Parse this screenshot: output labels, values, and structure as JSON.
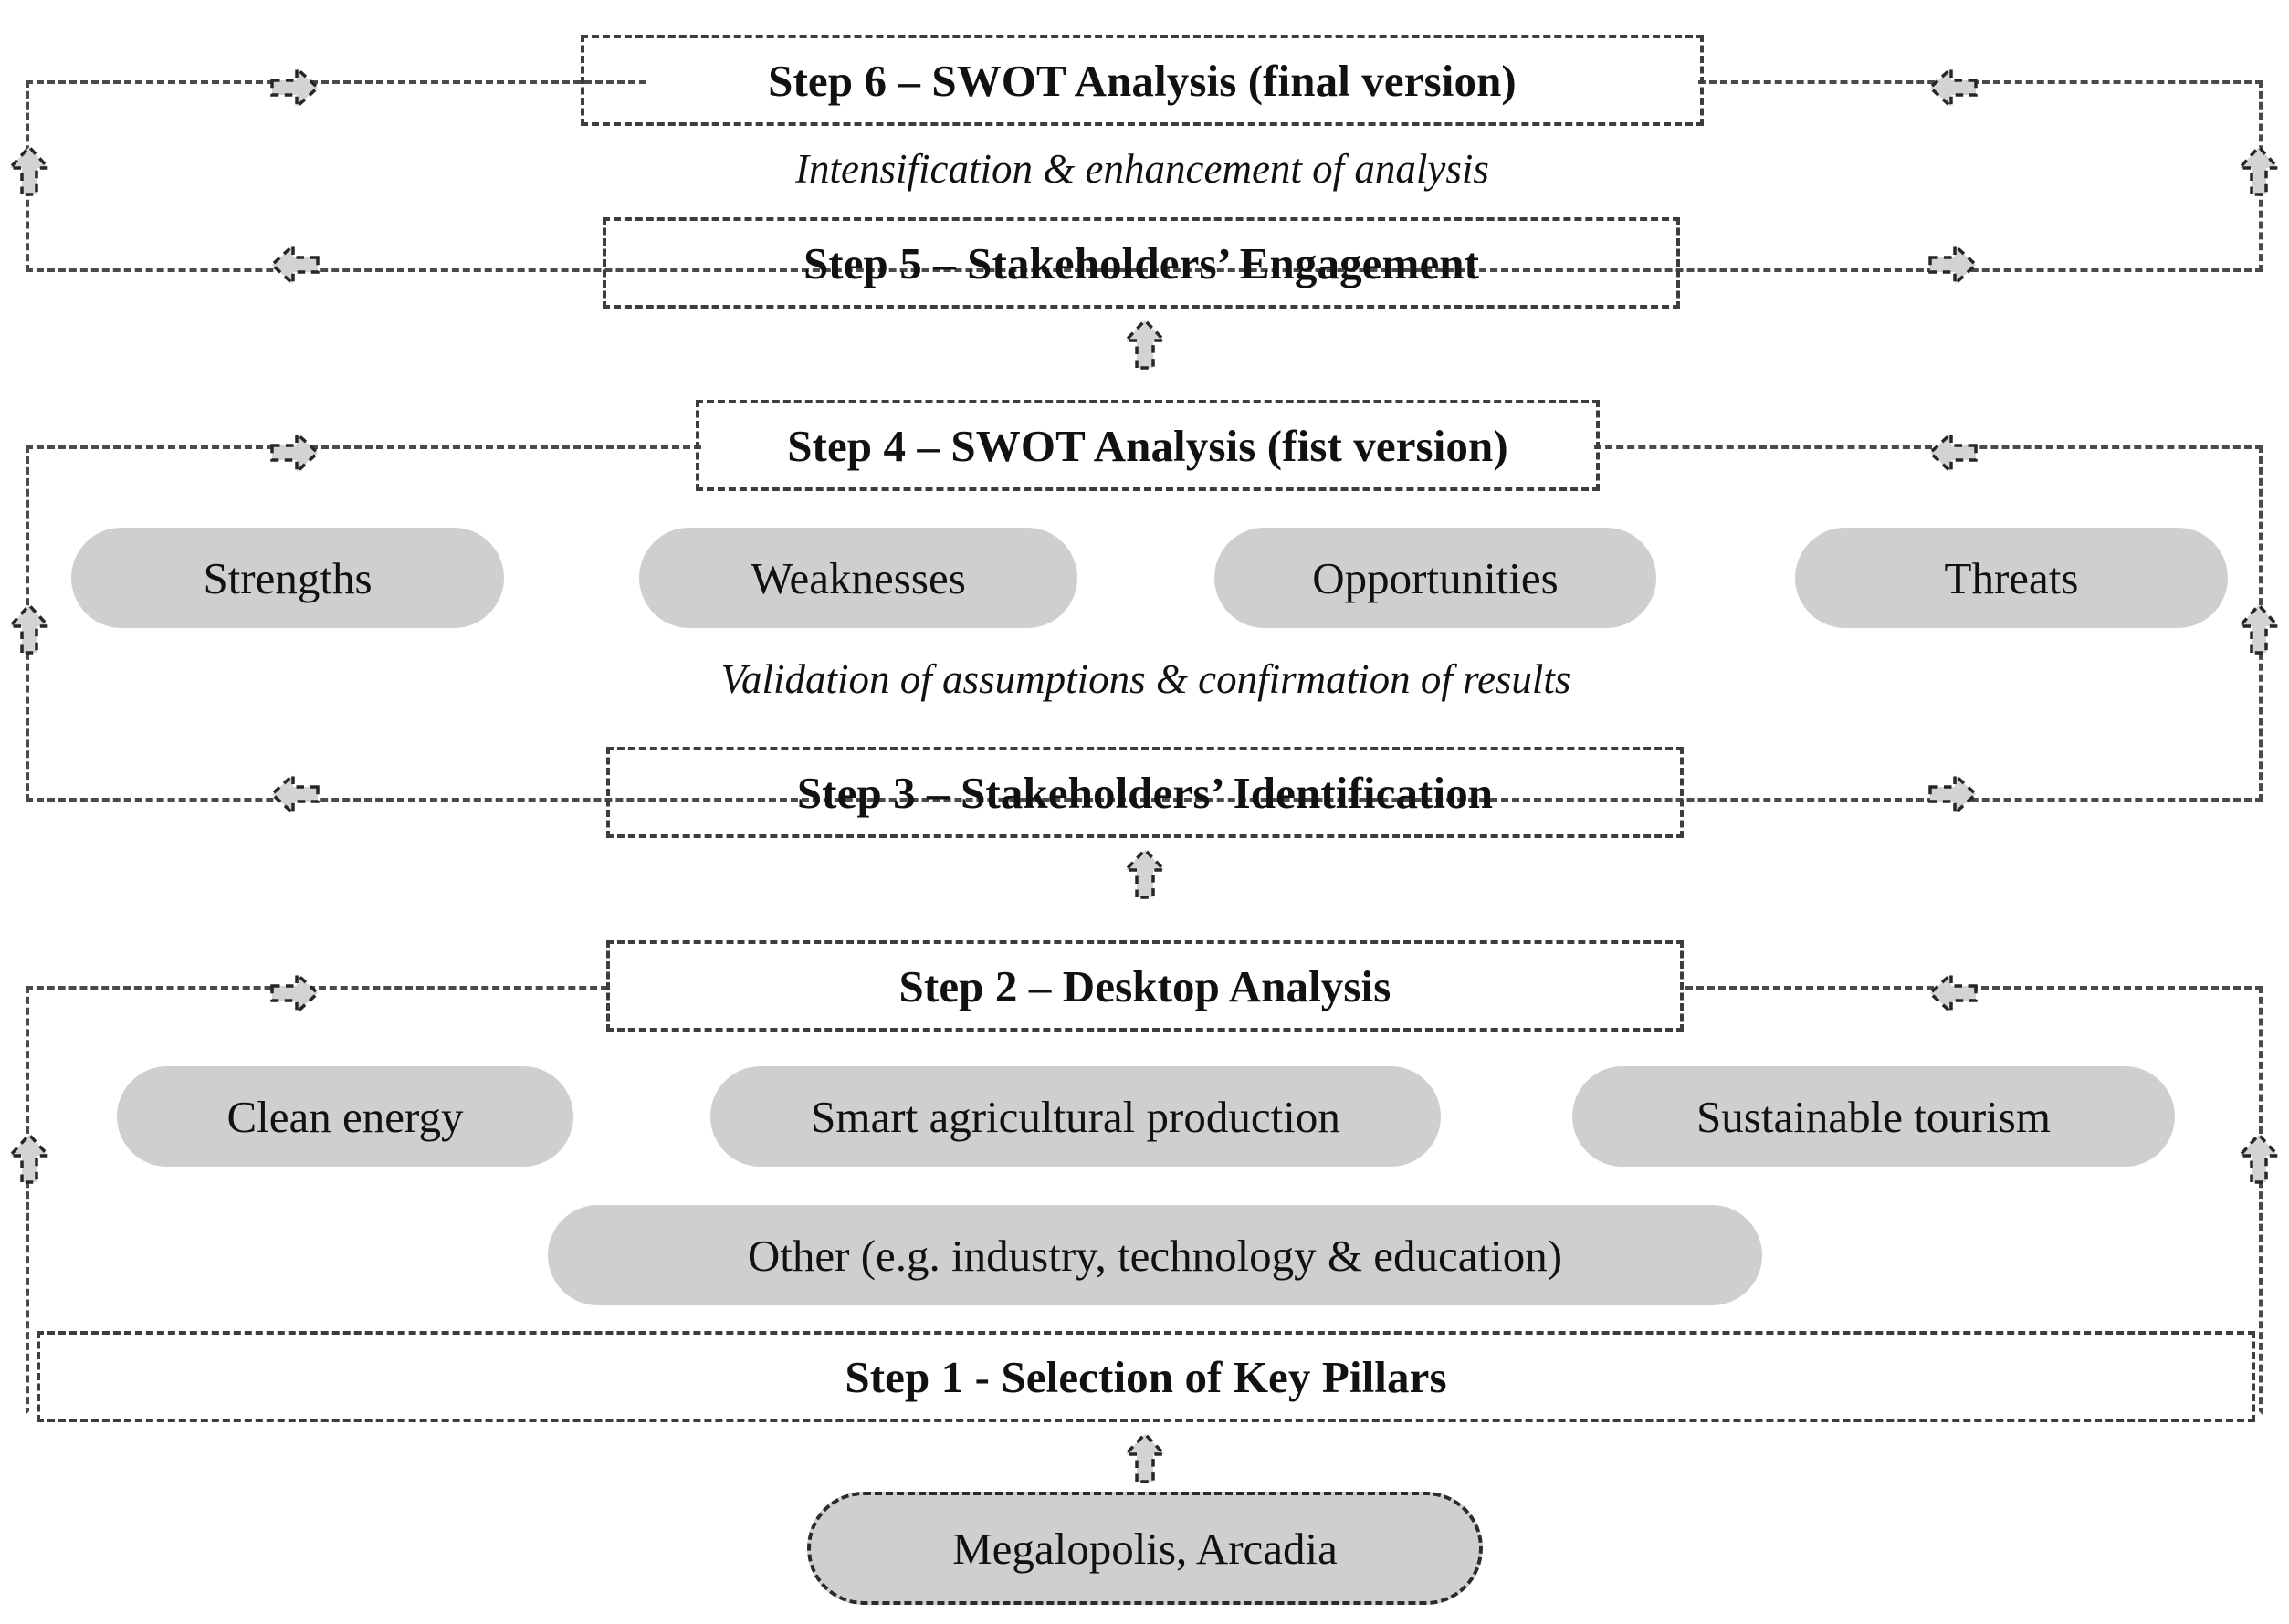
{
  "diagram": {
    "title": "SWOT methodology flow for Megalopolis, Arcadia",
    "accent_fill": "#d0cfcf",
    "line_color": "#3d3d3d",
    "steps": [
      {
        "id": "step6",
        "label": "Step 6 – SWOT Analysis (final version)"
      },
      {
        "id": "step5",
        "label": "Step 5 – Stakeholders’ Engagement"
      },
      {
        "id": "step4",
        "label": "Step 4 – SWOT Analysis (fist version)"
      },
      {
        "id": "step3",
        "label": "Step 3 – Stakeholders’ Identification"
      },
      {
        "id": "step2",
        "label": "Step 2 – Desktop Analysis"
      },
      {
        "id": "step1",
        "label": "Step 1 - Selection of Key Pillars"
      }
    ],
    "captions": [
      {
        "id": "caption-top",
        "text": "Intensification & enhancement of analysis"
      },
      {
        "id": "caption-middle",
        "text": "Validation of assumptions & confirmation of results"
      }
    ],
    "swot_items": [
      {
        "id": "strengths",
        "label": "Strengths"
      },
      {
        "id": "weaknesses",
        "label": "Weaknesses"
      },
      {
        "id": "opportunities",
        "label": "Opportunities"
      },
      {
        "id": "threats",
        "label": "Threats"
      }
    ],
    "pillar_items": [
      {
        "id": "clean-energy",
        "label": "Clean energy"
      },
      {
        "id": "smart-agriculture",
        "label": "Smart agricultural production"
      },
      {
        "id": "sustainable-tourism",
        "label": "Sustainable tourism"
      },
      {
        "id": "other",
        "label": "Other (e.g. industry, technology & education)"
      }
    ],
    "case_study": {
      "id": "megalopolis",
      "label": "Megalopolis, Arcadia"
    },
    "arrows": [
      {
        "id": "loop-top-left-in",
        "direction": "right"
      },
      {
        "id": "loop-top-right-in",
        "direction": "left"
      },
      {
        "id": "loop-top-left-up",
        "direction": "up"
      },
      {
        "id": "loop-top-right-up",
        "direction": "up"
      },
      {
        "id": "loop-top-left-out",
        "direction": "left"
      },
      {
        "id": "loop-top-right-out",
        "direction": "right"
      },
      {
        "id": "step5-to-step4",
        "direction": "up"
      },
      {
        "id": "loop-mid-left-in",
        "direction": "right"
      },
      {
        "id": "loop-mid-right-in",
        "direction": "left"
      },
      {
        "id": "loop-mid-left-up",
        "direction": "up"
      },
      {
        "id": "loop-mid-right-up",
        "direction": "up"
      },
      {
        "id": "loop-mid-left-out",
        "direction": "left"
      },
      {
        "id": "loop-mid-right-out",
        "direction": "right"
      },
      {
        "id": "step3-to-step2",
        "direction": "up"
      },
      {
        "id": "loop-bottom-left-in",
        "direction": "right"
      },
      {
        "id": "loop-bottom-right-in",
        "direction": "left"
      },
      {
        "id": "loop-bottom-left-up",
        "direction": "up"
      },
      {
        "id": "loop-bottom-right-up",
        "direction": "up"
      },
      {
        "id": "case-to-step1",
        "direction": "up"
      }
    ]
  }
}
